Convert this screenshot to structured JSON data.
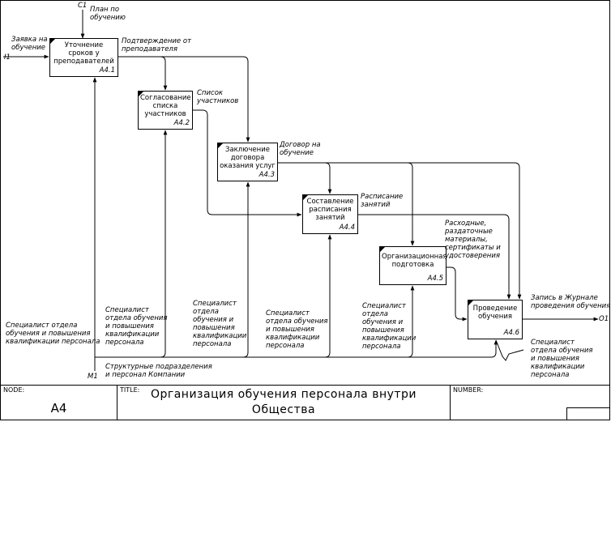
{
  "frame": {
    "left_top": "C1"
  },
  "boxes": [
    {
      "id": "a41",
      "title": "Уточнение сроков у преподавателей",
      "num": "A4.1"
    },
    {
      "id": "a42",
      "title": "Согласование списка участников",
      "num": "A4.2"
    },
    {
      "id": "a43",
      "title": "Заключение договора оказания услуг",
      "num": "A4.3"
    },
    {
      "id": "a44",
      "title": "Составление расписания занятий",
      "num": "A4.4"
    },
    {
      "id": "a45",
      "title": "Организационная подготовка",
      "num": "A4.5"
    },
    {
      "id": "a46",
      "title": "Проведение обучения",
      "num": "A4.6"
    }
  ],
  "labels": {
    "c1_code": "C1",
    "c1_text": "План по\nобучению",
    "i1_code": "I1",
    "i1_text": "Заявка на\nобучение",
    "confirm": "Подтверждение от\nпреподавателя",
    "list": "Список\nучастников",
    "contract": "Договор на\nобучение",
    "schedule": "Расписание\nзанятий",
    "materials": "Расходные,\nраздаточные\nматериалы,\nсертификаты и\nудостоверения",
    "o1_text": "Запись в Журнале\nпроведения обучения",
    "o1_code": "O1",
    "m1_code": "M1",
    "m1_text": "Структурные подразделения\nи персонал Компании",
    "spec_left": "Специалист отдела\nобучения и повышения\nквалификации персонала",
    "spec_a42": "Специалист\nотдела обучения\nи повышения\nквалификации\nперсонала",
    "spec_a43": "Специалист\nотдела\nобучения и\nповышения\nквалификации\nперсонала",
    "spec_a44": "Специалист\nотдела обучения\nи повышения\nквалификации\nперсонала",
    "spec_a45": "Специалист\nотдела\nобучения и\nповышения\nквалификации\nперсонала",
    "spec_a46": "Специалист\nотдела обучения\nи повышения\nквалификации\nперсонала"
  },
  "footer": {
    "node_caption": "NODE:",
    "node_value": "A4",
    "title_caption": "TITLE:",
    "title_value": "Организация обучения персонала внутри\nОбщества",
    "number_caption": "NUMBER:"
  }
}
